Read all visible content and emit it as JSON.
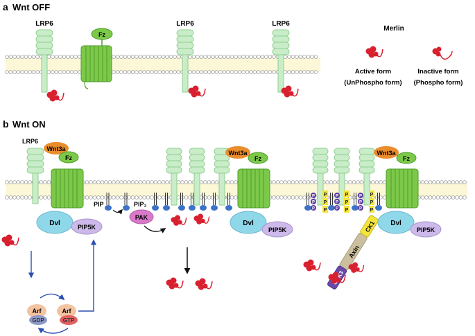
{
  "panel_a": {
    "letter": "a",
    "title": "Wnt OFF",
    "receptor_labels": [
      "LRP6",
      "LRP6",
      "LRP6"
    ],
    "fz_label": "Fz"
  },
  "legend": {
    "title": "Merlin",
    "active_line1": "Active form",
    "active_line2": "(UnPhospho form)",
    "inactive_line1": "Inactive form",
    "inactive_line2": "(Phospho form)"
  },
  "panel_b": {
    "letter": "b",
    "title": "Wnt ON",
    "lrp6_label": "LRP6",
    "wnt3a_label": "Wnt3a",
    "fz_label": "Fz",
    "dvl_label": "Dvl",
    "pip5k_label": "PIP5K",
    "pip_label": "PIP",
    "pip2_label": "PIP₂",
    "pak_label": "PAK",
    "arf_label": "Arf",
    "gdp_label": "GDP",
    "gtp_label": "GTP",
    "phospho_label": "P",
    "ck1_label": "CK1",
    "axin_label": "Axin",
    "gsk3_label": "GSK3"
  },
  "colors": {
    "membrane": "#fbf7d7",
    "membrane_bead": "#9a9a9a",
    "lrp6_fill": "#c9ecc9",
    "lrp6_stroke": "#8fcf8f",
    "fz_fill": "#7cc94a",
    "fz_stroke": "#4f9a2a",
    "wnt3a": "#ea8d2c",
    "dvl": "#8fd8ea",
    "pip5k": "#cdb9ea",
    "pak": "#d979c9",
    "pip_blue": "#3d72c9",
    "merlin_red": "#d8202f",
    "arrow_blue": "#2c4fb3",
    "phospho_purple": "#5a3aa0",
    "ck1_yellow": "#f5e43a",
    "axin_tan": "#cbbf9e",
    "gsk3_purple": "#6a4aa8",
    "arf_peach": "#f4c3a0",
    "gdp_blue": "#8c98c8",
    "gtp_red": "#e06060"
  }
}
